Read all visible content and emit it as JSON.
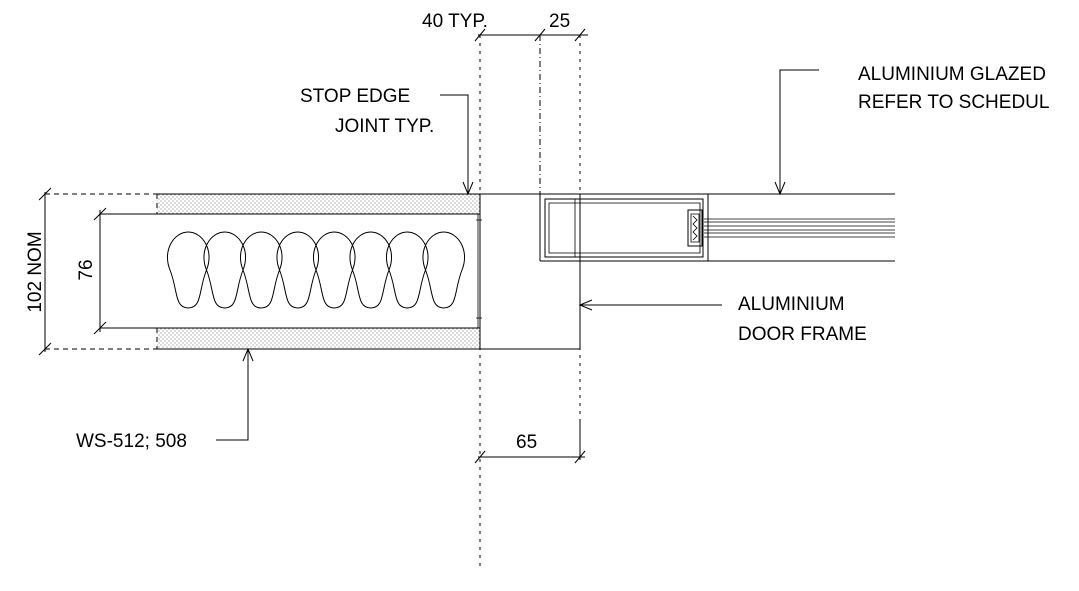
{
  "dimensions": {
    "top_left": "40 TYP.",
    "top_right": "25",
    "bottom": "65",
    "overall_thickness": "102 NOM",
    "core_thickness": "76"
  },
  "labels": {
    "stop_edge_line1": "STOP EDGE",
    "stop_edge_line2": "JOINT TYP.",
    "glazed_line1": "ALUMINIUM GLAZED",
    "glazed_line2": "REFER TO SCHEDUL",
    "frame_line1": "ALUMINIUM",
    "frame_line2": "DOOR FRAME",
    "panel_ref": "WS-512; 508"
  }
}
